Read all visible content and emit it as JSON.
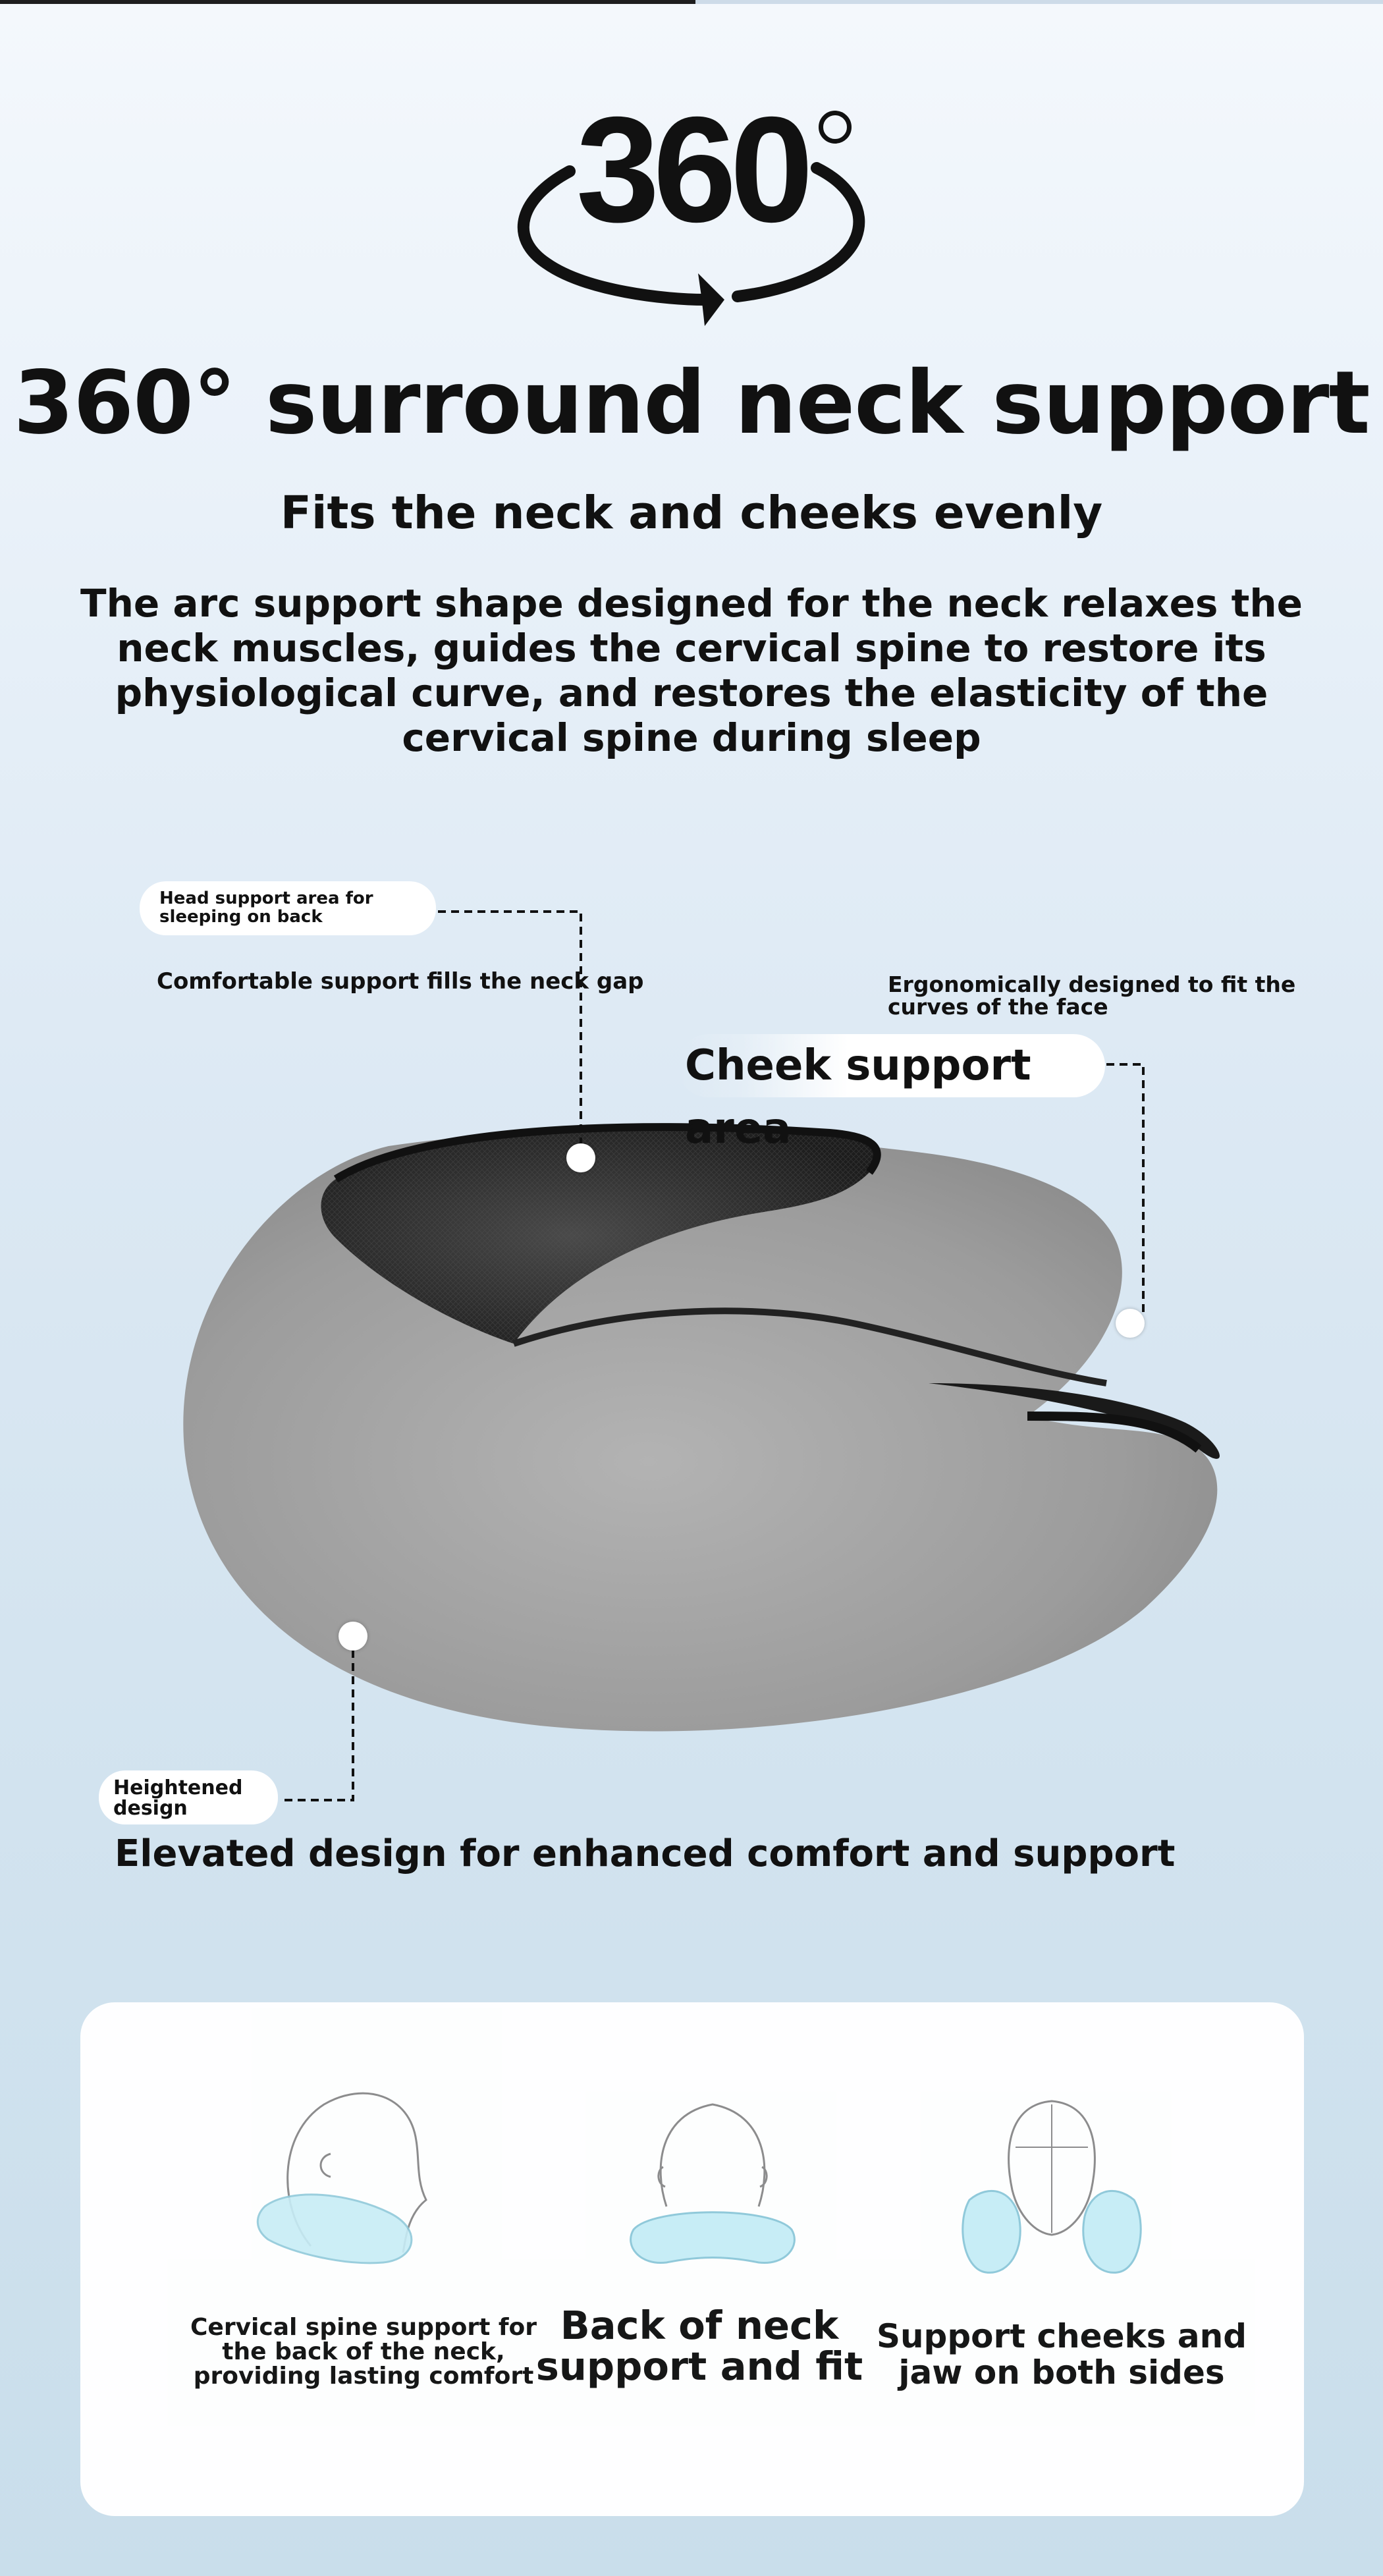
{
  "logo": {
    "text": "360"
  },
  "headline": "360° surround neck support",
  "subheadline": "Fits the neck and cheeks evenly",
  "description": "The arc support shape designed for the neck relaxes the neck muscles, guides the cervical spine to restore its physiological curve, and restores the elasticity of the cervical spine during sleep",
  "callouts": {
    "head_support": "Head support area for sleeping on back",
    "neck_gap": "Comfortable support fills the neck gap",
    "ergonomic": "Ergonomically designed to fit the curves of the face",
    "cheek_area": "Cheek support area",
    "heightened": "Heightened design",
    "elevated": "Elevated design for enhanced comfort and support"
  },
  "features": [
    {
      "caption": "Cervical spine support for the back of the neck, providing lasting comfort",
      "icon": "side-profile-head-icon"
    },
    {
      "caption": "Back of neck support and fit",
      "icon": "back-of-head-icon"
    },
    {
      "caption": "Support cheeks and jaw on both sides",
      "icon": "front-face-icon"
    }
  ],
  "colors": {
    "pillow_gray": "#9a9a9a",
    "mesh_black": "#222222",
    "pillow_tint": "#bfeaf5"
  }
}
